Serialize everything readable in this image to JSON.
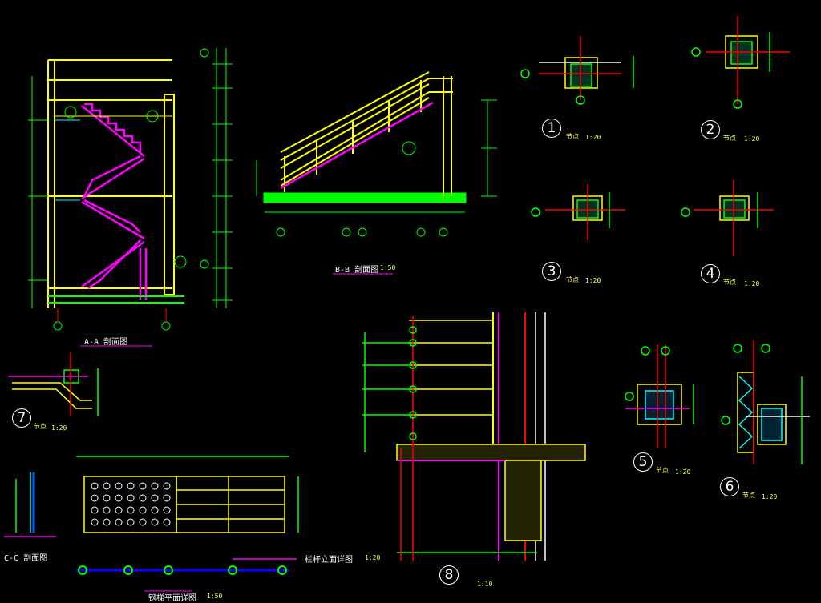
{
  "drawing": {
    "bg_color": "#000000",
    "colors": {
      "frame": "#ffff00",
      "stair": "#ff00ff",
      "dim": "#00ff00",
      "axis": "#ff0000",
      "text": "#ffffff",
      "beam": "#00ffff"
    },
    "labels": {
      "section_aa": "A-A 剖面图",
      "section_bb": "B-B 剖面图",
      "section_cc": "C-C 剖面图",
      "scale_bb": "1:50",
      "scale_7": "1:20",
      "scale_8": "1:10",
      "node1": "1",
      "node2": "2",
      "node3": "3",
      "node4": "4",
      "node5": "5",
      "node6": "6",
      "node7": "7",
      "node8": "8",
      "node_word": "节点",
      "node_scale": "1:20",
      "balcony_plan": "栏杆立面详图",
      "balcony_scale": "1:20",
      "plan_bottom": "钢梯平面详图",
      "plan_scale": "1:50"
    }
  }
}
